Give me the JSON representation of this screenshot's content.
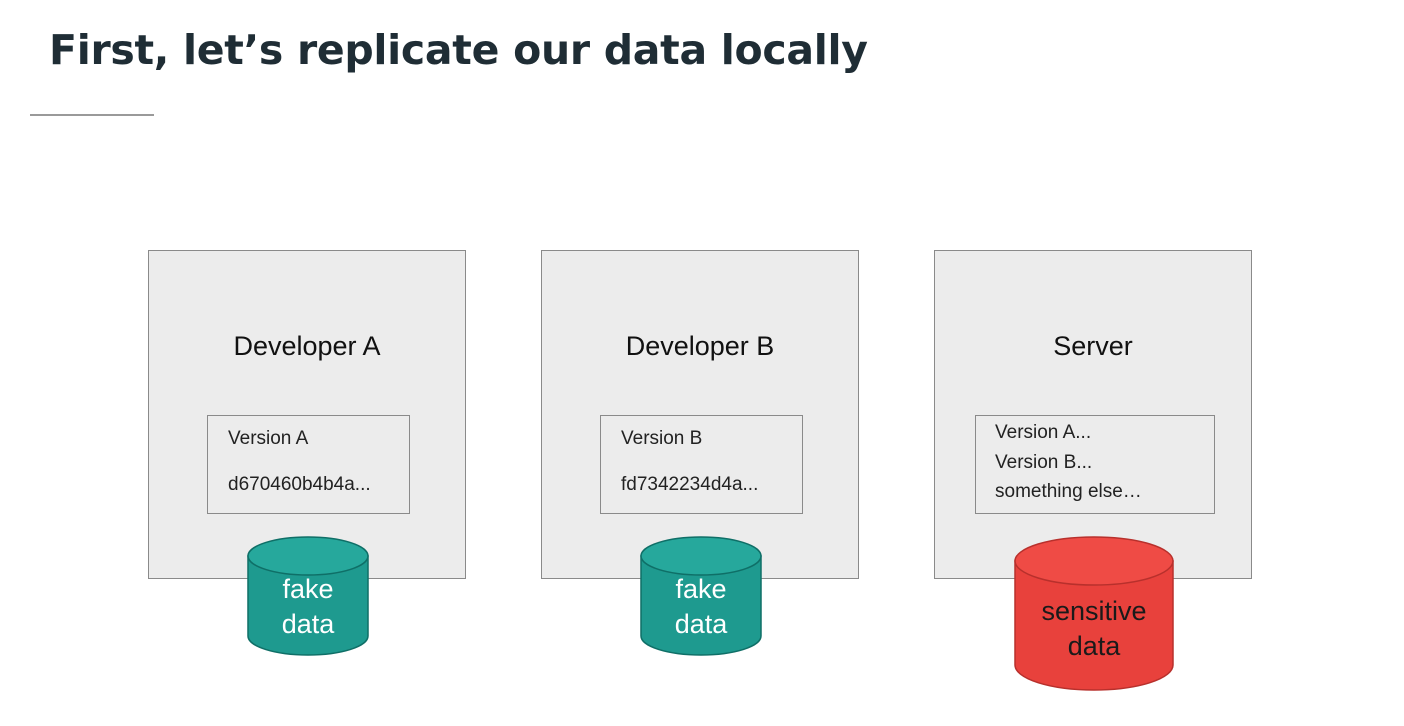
{
  "slide": {
    "title": "First, let’s replicate our data locally"
  },
  "panels": [
    {
      "title": "Developer A",
      "lines": [
        "Version A",
        "d670460b4b4a..."
      ],
      "db_lines": [
        "fake",
        "data"
      ]
    },
    {
      "title": "Developer B",
      "lines": [
        "Version B",
        "fd7342234d4a..."
      ],
      "db_lines": [
        "fake",
        "data"
      ]
    },
    {
      "title": "Server",
      "lines": [
        "Version A...",
        "Version B...",
        "something else…"
      ],
      "db_lines": [
        "sensitive",
        "data"
      ]
    }
  ],
  "colors": {
    "fake_db": "#1e9a8f",
    "fake_db_top": "#26a89c",
    "sensitive_db": "#e8413c",
    "sensitive_db_top": "#ef4b45"
  }
}
